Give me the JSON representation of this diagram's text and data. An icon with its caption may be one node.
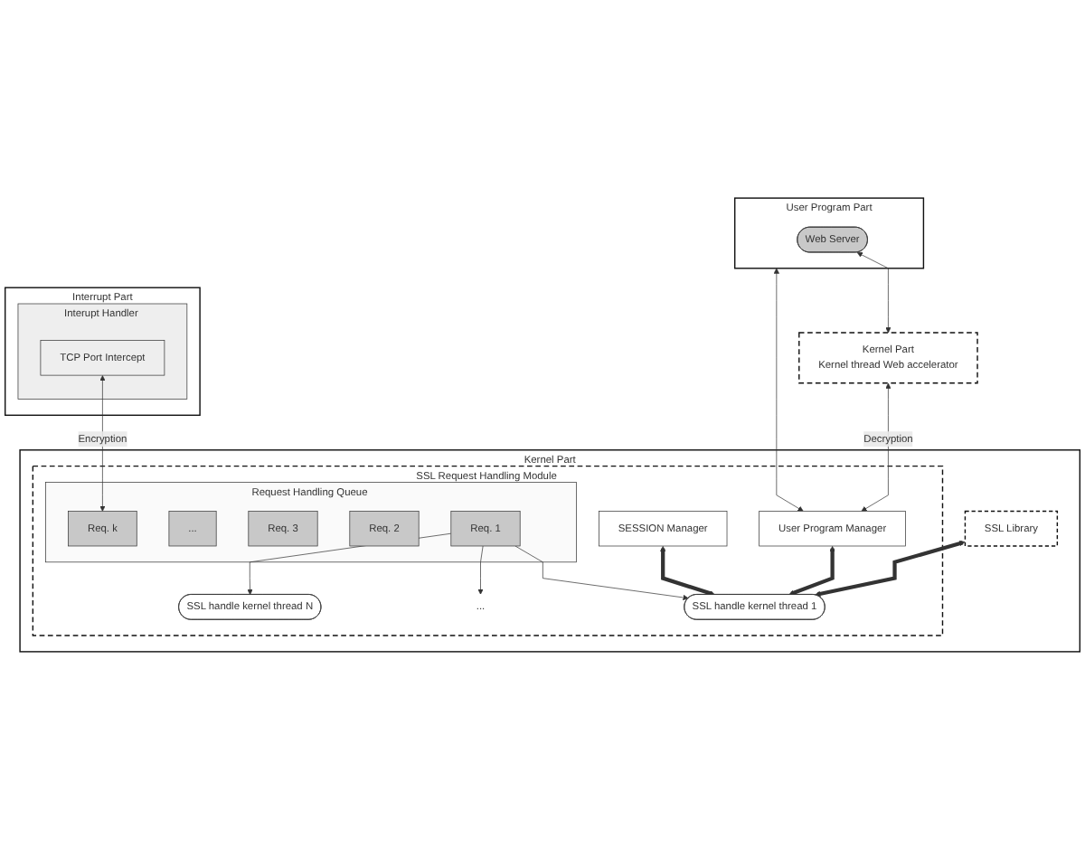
{
  "diagram": {
    "nodes": [
      {
        "text": [
          "User Program Part"
        ]
      },
      {
        "text": [
          "Web Server"
        ],
        "in": 0
      },
      {
        "text": [
          "Kernel Part",
          "Kernel thread Web accelerator"
        ]
      },
      {
        "text": [
          "Kernel Part"
        ]
      },
      {
        "text": [
          "SSL Library"
        ],
        "in": 3
      },
      {
        "text": [
          "SSL Request Handling Module"
        ],
        "in": 3
      },
      {
        "text": [
          "User Program Manager"
        ],
        "in": 5
      },
      {
        "text": [
          "SESSION Manager"
        ],
        "in": 5
      },
      {
        "text": [
          "SSL handle kernel thread 1"
        ],
        "in": 5
      },
      {
        "text": [
          "..."
        ],
        "in": 5
      },
      {
        "text": [
          "SSL handle kernel thread N"
        ],
        "in": 5
      },
      {
        "text": [
          "Request Handling Queue"
        ],
        "in": 5
      },
      {
        "text": [
          "Req. k"
        ],
        "in": 11
      },
      {
        "text": [
          "..."
        ],
        "in": 11
      },
      {
        "text": [
          "Req. 3"
        ],
        "in": 11
      },
      {
        "text": [
          "Req. 2"
        ],
        "in": 11
      },
      {
        "text": [
          "Req. 1"
        ],
        "in": 11
      },
      {
        "text": [
          "Interrupt Part"
        ]
      },
      {
        "text": [
          "Interupt Handler"
        ],
        "in": 17
      },
      {
        "text": [
          "TCP Port Intercept"
        ],
        "in": 18
      }
    ],
    "edges": [
      {
        "from": 1,
        "to": 2,
        "arrow": "both"
      },
      {
        "from": 6,
        "to": 0,
        "arrow": "both"
      },
      {
        "from": 2,
        "to": 6,
        "arrow": "both",
        "label": "Decryption"
      },
      {
        "from": 6,
        "to": 8,
        "arrow": "both",
        "style": "thick"
      },
      {
        "from": 7,
        "to": 8,
        "arrow": "both",
        "style": "thick"
      },
      {
        "from": 4,
        "to": 8,
        "arrow": "both",
        "style": "thick"
      },
      {
        "from": 16,
        "to": 8,
        "arrow": "to"
      },
      {
        "from": 16,
        "to": 9,
        "arrow": "to"
      },
      {
        "from": 16,
        "to": 10,
        "arrow": "to"
      },
      {
        "from": 19,
        "to": 12,
        "arrow": "both",
        "label": "Encryption"
      }
    ]
  }
}
